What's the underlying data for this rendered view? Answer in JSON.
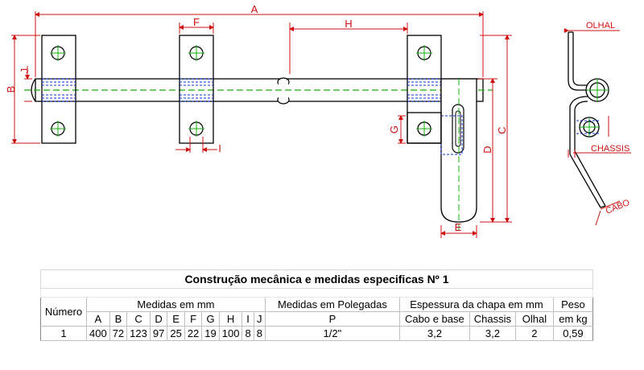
{
  "dimension_labels": {
    "A": "A",
    "B": "B",
    "C": "C",
    "D": "D",
    "E": "E",
    "F": "F",
    "G": "G",
    "H": "H",
    "I": "I",
    "J": "J"
  },
  "side_view_labels": {
    "olhal": "OLHAL",
    "chassis": "CHASSIS",
    "cabo": "CABO"
  },
  "colors": {
    "dimension": "#d01010",
    "outline": "#000000",
    "centerline": "#10b010",
    "hidden": "#1030d0"
  },
  "table": {
    "title": "Construção mecânica e medidas  especificas Nº 1",
    "numero_header": "Número",
    "mm_header": "Medidas em mm",
    "pol_header": "Medidas em Polegadas",
    "espessura_header": "Espessura da chapa em mm",
    "peso_header_1": "Peso",
    "peso_header_2": "em kg",
    "mm_columns": [
      "A",
      "B",
      "C",
      "D",
      "E",
      "F",
      "G",
      "H",
      "I",
      "J"
    ],
    "pol_column": "P",
    "espessura_columns": [
      "Cabo e base",
      "Chassis",
      "Olhal"
    ],
    "row": {
      "numero": "1",
      "mm_values": [
        "400",
        "72",
        "123",
        "97",
        "25",
        "22",
        "19",
        "100",
        "8",
        "8"
      ],
      "pol_value": "1/2\"",
      "espessura_values": [
        "3,2",
        "3,2",
        "2"
      ],
      "peso": "0,59"
    }
  }
}
